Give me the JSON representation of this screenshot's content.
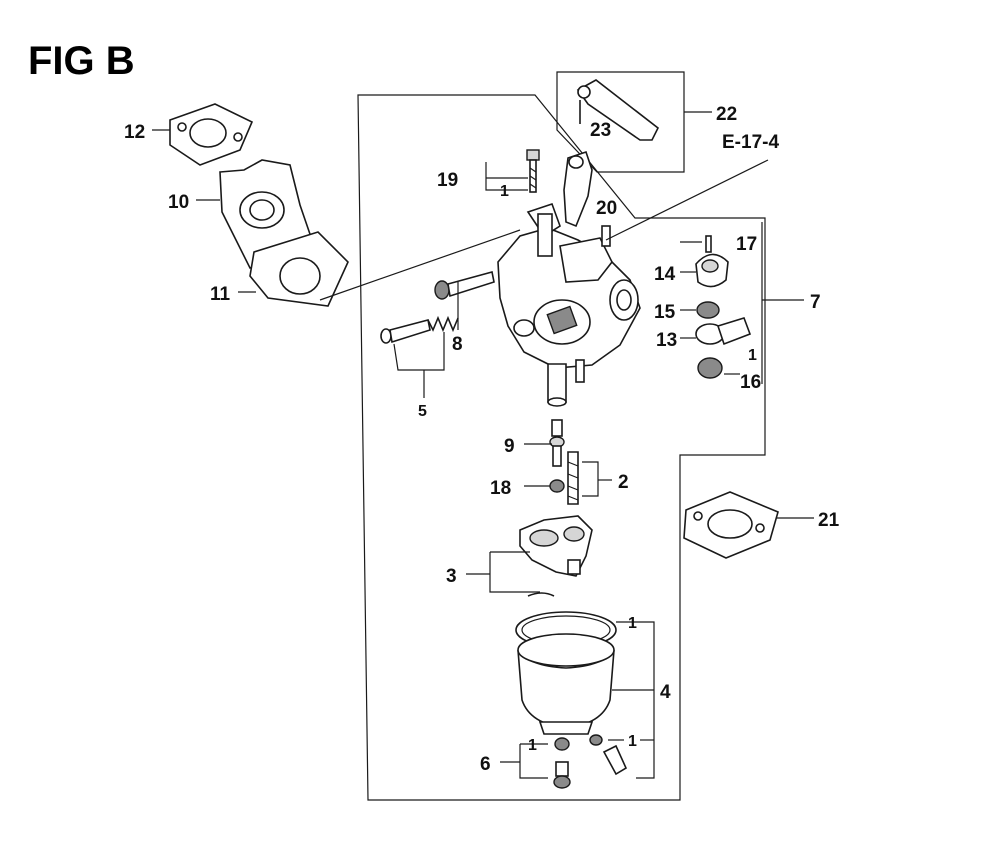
{
  "title": "FIG B",
  "reference": "E-17-4",
  "callouts": {
    "c1": "1",
    "c2": "2",
    "c3": "3",
    "c4": "4",
    "c5": "5",
    "c6": "6",
    "c7": "7",
    "c8": "8",
    "c9": "9",
    "c10": "10",
    "c11": "11",
    "c12": "12",
    "c13": "13",
    "c14": "14",
    "c15": "15",
    "c16": "16",
    "c17": "17",
    "c18": "18",
    "c19": "19",
    "c20": "20",
    "c21": "21",
    "c22": "22",
    "c23": "23"
  }
}
